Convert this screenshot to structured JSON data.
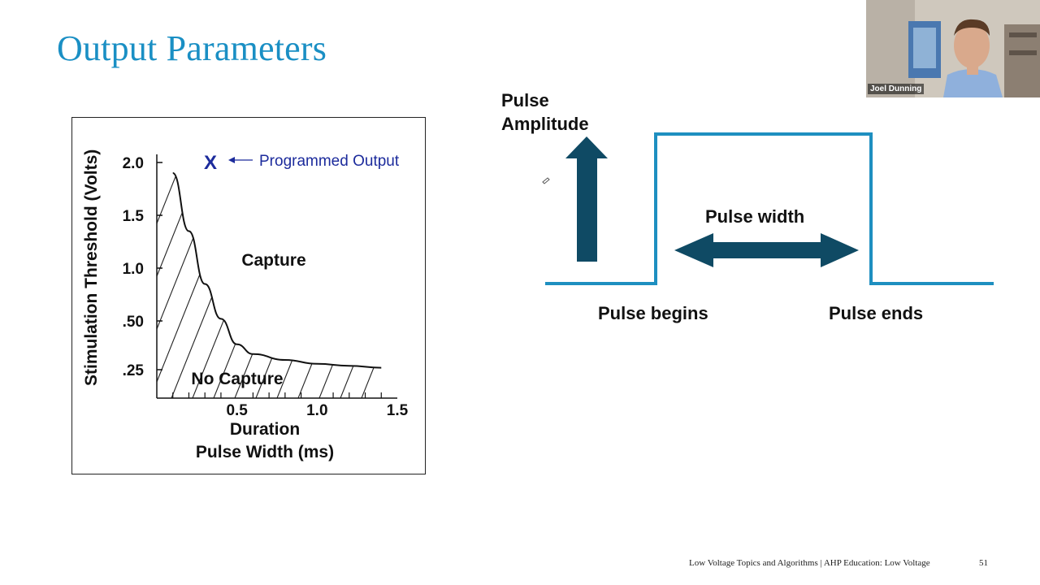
{
  "slide": {
    "title": "Output Parameters",
    "footer_text": "Low Voltage Topics and Algorithms | AHP Education: Low Voltage",
    "page_number": "51"
  },
  "chart_data": {
    "type": "line",
    "ylabel": "Stimulation Threshold (Volts)",
    "xlabel_line1": "Duration",
    "xlabel_line2": "Pulse Width (ms)",
    "y_ticks": [
      "2.0",
      "1.5",
      "1.0",
      ".50",
      ".25"
    ],
    "x_ticks": [
      "0.5",
      "1.0",
      "1.5"
    ],
    "series": [
      {
        "x": [
          0.1,
          0.2,
          0.3,
          0.4,
          0.5,
          0.6,
          0.8,
          1.0,
          1.2,
          1.4
        ],
        "y": [
          1.9,
          1.35,
          0.85,
          0.52,
          0.38,
          0.33,
          0.3,
          0.28,
          0.27,
          0.26
        ]
      }
    ],
    "region_above_label": "Capture",
    "region_below_label": "No Capture",
    "legend_marker": "X",
    "legend_text": "Programmed Output"
  },
  "diagram": {
    "amplitude_line1": "Pulse",
    "amplitude_line2": "Amplitude",
    "width_label": "Pulse width",
    "begins_label": "Pulse begins",
    "ends_label": "Pulse ends",
    "waveform_color": "#1e8fc0",
    "arrow_color": "#0f4a64"
  },
  "video": {
    "participant_name": "Joel Dunning"
  }
}
